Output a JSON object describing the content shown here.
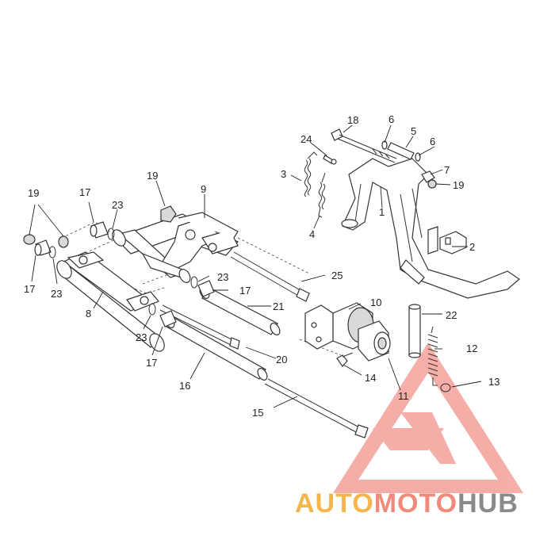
{
  "callouts": [
    {
      "id": "1",
      "label": "1"
    },
    {
      "id": "2",
      "label": "2"
    },
    {
      "id": "3",
      "label": "3"
    },
    {
      "id": "4",
      "label": "4"
    },
    {
      "id": "5",
      "label": "5"
    },
    {
      "id": "6a",
      "label": "6"
    },
    {
      "id": "6b",
      "label": "6"
    },
    {
      "id": "7",
      "label": "7"
    },
    {
      "id": "8",
      "label": "8"
    },
    {
      "id": "9",
      "label": "9"
    },
    {
      "id": "10",
      "label": "10"
    },
    {
      "id": "11",
      "label": "11"
    },
    {
      "id": "12",
      "label": "12"
    },
    {
      "id": "13",
      "label": "13"
    },
    {
      "id": "14",
      "label": "14"
    },
    {
      "id": "15",
      "label": "15"
    },
    {
      "id": "16",
      "label": "16"
    },
    {
      "id": "17a",
      "label": "17"
    },
    {
      "id": "17b",
      "label": "17"
    },
    {
      "id": "17c",
      "label": "17"
    },
    {
      "id": "17d",
      "label": "17"
    },
    {
      "id": "18",
      "label": "18"
    },
    {
      "id": "19a",
      "label": "19"
    },
    {
      "id": "19b",
      "label": "19"
    },
    {
      "id": "19c",
      "label": "19"
    },
    {
      "id": "20",
      "label": "20"
    },
    {
      "id": "21",
      "label": "21"
    },
    {
      "id": "22",
      "label": "22"
    },
    {
      "id": "23a",
      "label": "23"
    },
    {
      "id": "23b",
      "label": "23"
    },
    {
      "id": "23c",
      "label": "23"
    },
    {
      "id": "23d",
      "label": "23"
    },
    {
      "id": "24",
      "label": "24"
    },
    {
      "id": "25",
      "label": "25"
    }
  ],
  "watermark": {
    "part1": "AUTO",
    "part2": "MOTO",
    "part3": "HUB",
    "color1": "#f5b54a",
    "color2": "#f08a7a",
    "color3": "#8a8a8a",
    "logo_color": "#f07a6e"
  }
}
